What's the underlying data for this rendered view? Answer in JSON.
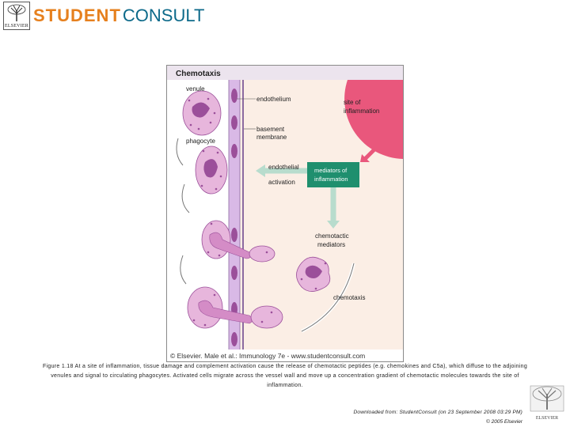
{
  "header": {
    "publisher_logo_text": "ELSEVIER",
    "brand_part1": "STUDENT",
    "brand_part2": "CONSULT"
  },
  "figure": {
    "title": "Chemotaxis",
    "labels": {
      "venule": "venule",
      "endothelium": "endothelium",
      "basement_line1": "basement",
      "basement_line2": "membrane",
      "phagocyte": "phagocyte",
      "site_line1": "site of",
      "site_line2": "inflammation",
      "endothelial_line1": "endothelial",
      "endothelial_line2": "activation",
      "mediators_line1": "mediators of",
      "mediators_line2": "inflammation",
      "chemotactic_line1": "chemotactic",
      "chemotactic_line2": "mediators",
      "chemotaxis": "chemotaxis"
    },
    "credit": "© Elsevier. Male et al.: Immunology 7e - www.studentconsult.com"
  },
  "caption": "Figure 1.18 At a site of inflammation, tissue damage and complement activation cause the release of chemotactic peptides (e.g. chemokines and C5a), which diffuse to the adjoining venules and signal to circulating phagocytes. Activated cells migrate across the vessel wall and move up a concentration gradient of chemotactic molecules towards the site of inflammation.",
  "footer": {
    "downloaded": "Downloaded from: StudentConsult (on 23 September 2008 03:29 PM)",
    "copyright": "© 2005 Elsevier",
    "logo_text": "ELSEVIER"
  },
  "colors": {
    "background": "#fbeee5",
    "venule": "#ffffff",
    "vessel_wall": "#d9b9e6",
    "cell_fill": "#e7b6dc",
    "nucleus": "#9b4f9a",
    "inflammation": "#e9577c",
    "mediator_box": "#1f8f6e",
    "brand_orange": "#e6801e",
    "brand_blue": "#0d6a8a"
  }
}
